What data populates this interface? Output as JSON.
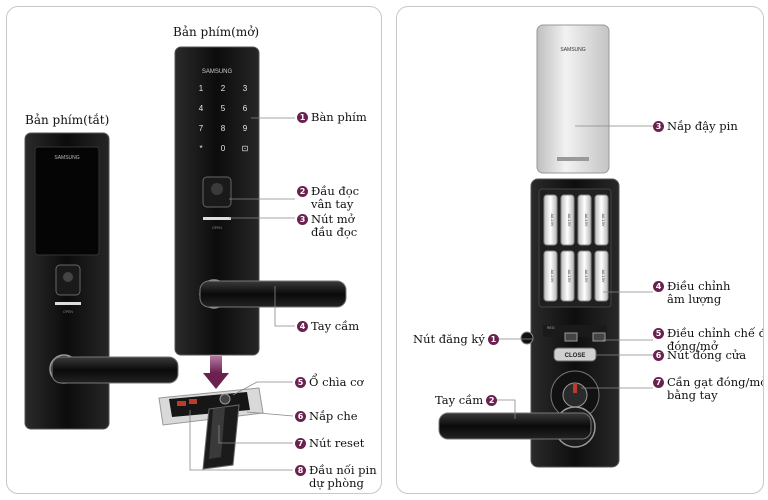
{
  "left": {
    "title_off": "Bản phím(tắt)",
    "title_on": "Bản phím(mở)",
    "brand": "SAMSUNG",
    "open_text": "OPEN",
    "keys": [
      "1",
      "2",
      "3",
      "4",
      "5",
      "6",
      "7",
      "8",
      "9",
      "*",
      "0",
      "⊡"
    ],
    "callouts": [
      {
        "num": "1",
        "lines": [
          "Bàn phím"
        ]
      },
      {
        "num": "2",
        "lines": [
          "Đầu đọc",
          "vân tay"
        ]
      },
      {
        "num": "3",
        "lines": [
          "Nút mở",
          "đầu đọc"
        ]
      },
      {
        "num": "4",
        "lines": [
          "Tay cầm"
        ]
      },
      {
        "num": "5",
        "lines": [
          "Ổ chìa cơ"
        ]
      },
      {
        "num": "6",
        "lines": [
          "Nắp che"
        ]
      },
      {
        "num": "7",
        "lines": [
          "Nút reset"
        ]
      },
      {
        "num": "8",
        "lines": [
          "Đầu nối pin",
          "dự phòng"
        ]
      }
    ]
  },
  "right": {
    "brand": "SAMSUNG",
    "battery_label": "AA 1.5V",
    "btn_reg": "REG",
    "btn_close": "CLOSE",
    "callouts": [
      {
        "num": "3",
        "lines": [
          "Nắp đậy pin"
        ]
      },
      {
        "num": "4",
        "lines": [
          "Điều chỉnh",
          "âm lượng"
        ]
      },
      {
        "num": "1",
        "lines": [
          "Nút đăng ký"
        ]
      },
      {
        "num": "5",
        "lines": [
          "Điều chỉnh chế độ",
          "đóng/mở"
        ]
      },
      {
        "num": "6",
        "lines": [
          "Nút đóng cửa"
        ]
      },
      {
        "num": "7",
        "lines": [
          "Cần gạt đóng/mở",
          "bằng tay"
        ]
      },
      {
        "num": "2",
        "lines": [
          "Tay cầm"
        ]
      }
    ]
  },
  "colors": {
    "accent": "#6b2150",
    "arrow": "#7b3d69",
    "lock_body": "#161616"
  }
}
